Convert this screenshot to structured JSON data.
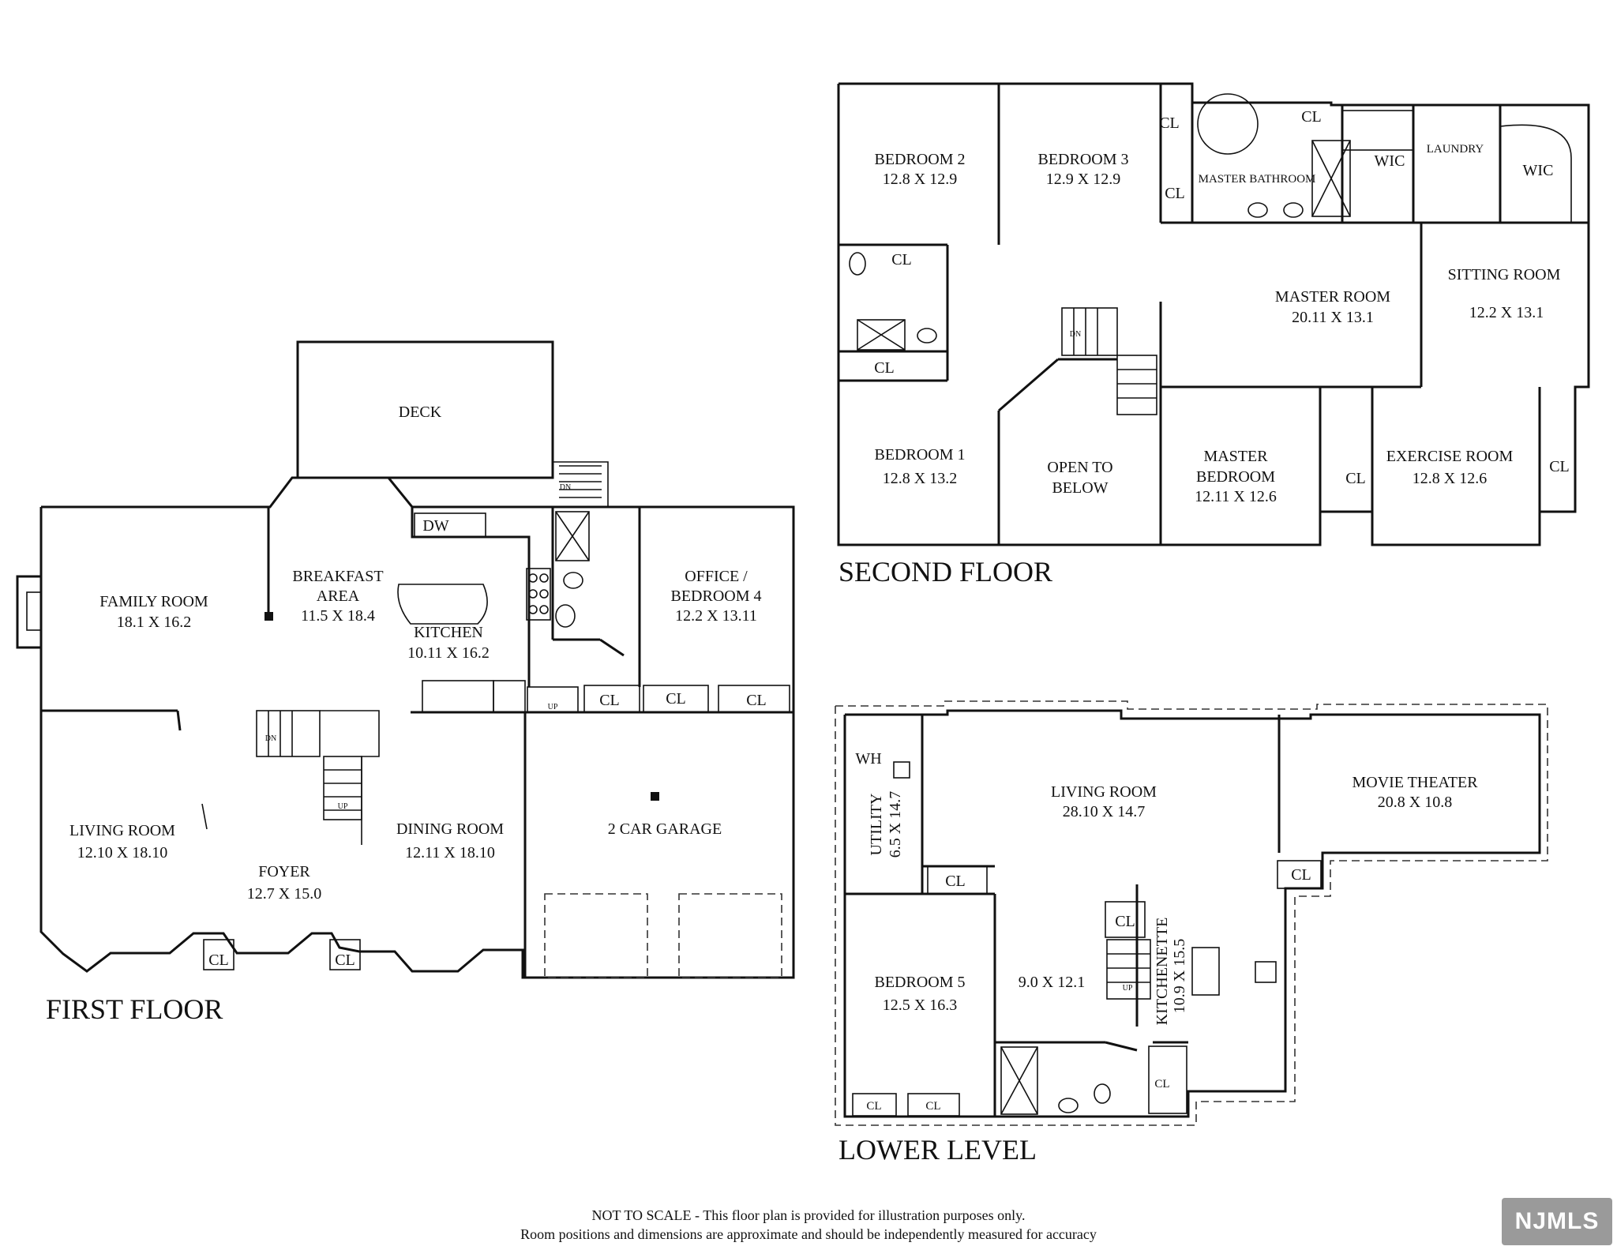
{
  "first_floor": {
    "title": "FIRST FLOOR",
    "deck": "DECK",
    "family_room": {
      "name": "FAMILY ROOM",
      "dims": "18.1 X 16.2"
    },
    "breakfast": {
      "name1": "BREAKFAST",
      "name2": "AREA",
      "dims": "11.5 X 18.4"
    },
    "kitchen": {
      "name": "KITCHEN",
      "dims": "10.11 X 16.2"
    },
    "office": {
      "name1": "OFFICE /",
      "name2": "BEDROOM 4",
      "dims": "12.2 X 13.11"
    },
    "living_room": {
      "name": "LIVING ROOM",
      "dims": "12.10 X 18.10"
    },
    "foyer": {
      "name": "FOYER",
      "dims": "12.7 X 15.0"
    },
    "dining_room": {
      "name": "DINING ROOM",
      "dims": "12.11 X 18.10"
    },
    "garage": {
      "name": "2 CAR GARAGE"
    },
    "dw": "DW",
    "closet": "CL",
    "stair_up": "UP",
    "stair_down": "DN"
  },
  "second_floor": {
    "title": "SECOND FLOOR",
    "bedroom2": {
      "name": "BEDROOM 2",
      "dims": "12.8 X 12.9"
    },
    "bedroom3": {
      "name": "BEDROOM 3",
      "dims": "12.9 X 12.9"
    },
    "master_bath": {
      "name": "MASTER BATHROOM"
    },
    "laundry": {
      "name": "LAUNDRY"
    },
    "wic": "WIC",
    "master_room": {
      "name": "MASTER ROOM",
      "dims": "20.11 X 13.1"
    },
    "sitting_room": {
      "name": "SITTING ROOM",
      "dims": "12.2 X 13.1"
    },
    "bedroom1": {
      "name": "BEDROOM 1",
      "dims": "12.8 X 13.2"
    },
    "open_below": {
      "name1": "OPEN TO",
      "name2": "BELOW"
    },
    "master_bedroom": {
      "name1": "MASTER",
      "name2": "BEDROOM",
      "dims": "12.11 X 12.6"
    },
    "exercise_room": {
      "name": "EXERCISE ROOM",
      "dims": "12.8 X 12.6"
    },
    "closet": "CL",
    "stair_down": "DN"
  },
  "lower_level": {
    "title": "LOWER LEVEL",
    "wh": "WH",
    "utility": {
      "name": "UTILITY",
      "dims": "6.5 X 14.7"
    },
    "living_room": {
      "name": "LIVING ROOM",
      "dims": "28.10 X 14.7"
    },
    "movie_theater": {
      "name": "MOVIE THEATER",
      "dims": "20.8 X 10.8"
    },
    "bedroom5": {
      "name": "BEDROOM 5",
      "dims": "12.5 X 16.3"
    },
    "room_9": {
      "dims": "9.0 X 12.1"
    },
    "kitchenette": {
      "name": "KITCHENETTE",
      "dims": "10.9 X 15.5"
    },
    "closet": "CL",
    "stair_up": "UP"
  },
  "disclaimer": {
    "line1": "NOT TO SCALE - This floor plan is provided for illustration purposes only.",
    "line2": "Room positions and dimensions are approximate and should be independently measured for accuracy"
  },
  "logo": {
    "text": "NJMLS"
  }
}
